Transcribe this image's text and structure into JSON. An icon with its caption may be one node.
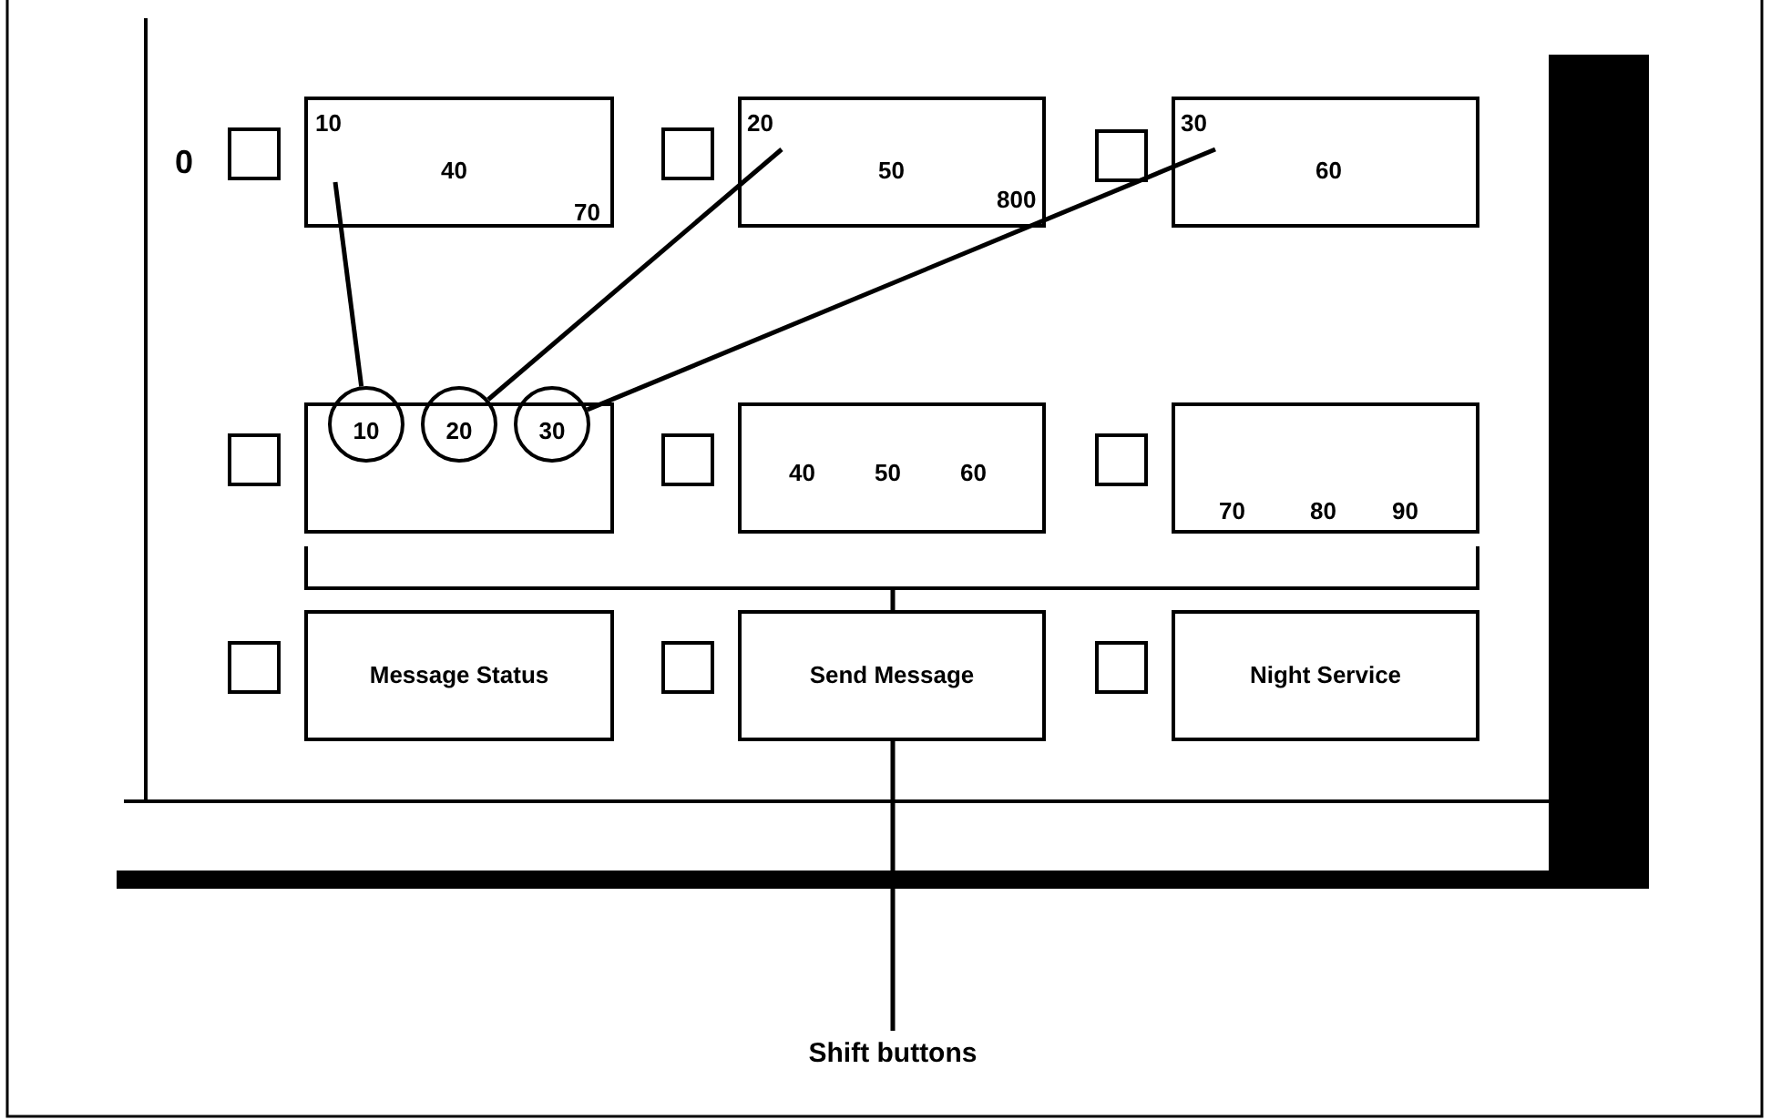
{
  "diagram": {
    "nodes": [
      {
        "text": [],
        "shape": "box"
      },
      {
        "text": [
          "40",
          "70"
        ]
      },
      {
        "text": [
          "10"
        ],
        "in": 1
      },
      {
        "text": [],
        "shape": "box"
      },
      {
        "text": [
          "50",
          "800"
        ]
      },
      {
        "text": [
          "20"
        ],
        "in": 4
      },
      {
        "text": [],
        "shape": "box"
      },
      {
        "text": [
          "60"
        ]
      },
      {
        "text": [
          "30"
        ],
        "in": 7
      },
      {
        "text": [],
        "shape": "box"
      },
      {
        "text": [],
        "shape": "box"
      },
      {
        "text": [
          "10"
        ]
      },
      {
        "text": [
          "20"
        ]
      },
      {
        "text": [
          "30"
        ]
      },
      {
        "text": [],
        "shape": "box"
      },
      {
        "text": [
          "40",
          "50",
          "60"
        ]
      },
      {
        "text": [],
        "shape": "box"
      },
      {
        "text": [
          "70",
          "80",
          "90"
        ]
      },
      {
        "text": [],
        "shape": "bar"
      },
      {
        "text": [],
        "shape": "box"
      },
      {
        "text": [
          "Message Status"
        ]
      },
      {
        "text": [],
        "shape": "box"
      },
      {
        "text": [
          "Send Message"
        ]
      },
      {
        "text": [],
        "shape": "box"
      },
      {
        "text": [
          "Night Service"
        ]
      },
      {
        "text": [
          "Shift buttons"
        ]
      }
    ],
    "edges": [
      {
        "from": 2,
        "to": 11,
        "arrow": "none"
      },
      {
        "from": 5,
        "to": 12,
        "arrow": "none"
      },
      {
        "from": 8,
        "to": 13,
        "arrow": "none"
      },
      {
        "from": 25,
        "to": 18,
        "arrow": "none"
      }
    ],
    "labels": [
      "0"
    ]
  }
}
